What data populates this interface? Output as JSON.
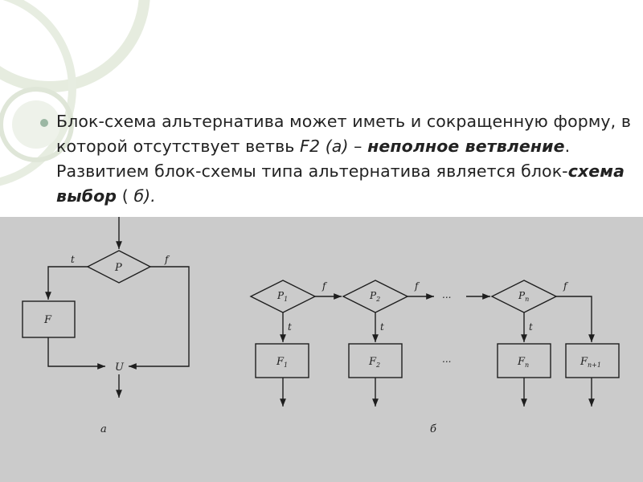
{
  "slide": {
    "text": {
      "part1": "Блок-схема альтернатива может иметь и сокращенную форму, в которой отсутствует ветвь ",
      "part2": "F2 (а)",
      "part3": " – ",
      "part4": "неполное ветвление",
      "part5": ". Развитием блок-схемы типа альтернатива является блок-",
      "part6": "схема выбор",
      "part7": " ( ",
      "part8": "б).",
      "part9": ""
    }
  },
  "figure": {
    "a": {
      "condition": "P",
      "true_label": "t",
      "false_label": "f",
      "process": "F",
      "join": "U",
      "caption": "а"
    },
    "b": {
      "conditions": [
        {
          "base": "P",
          "sub": "1"
        },
        {
          "base": "P",
          "sub": "2"
        },
        {
          "base": "P",
          "sub": "n"
        }
      ],
      "processes": [
        {
          "base": "F",
          "sub": "1"
        },
        {
          "base": "F",
          "sub": "2"
        },
        {
          "base": "F",
          "sub": "n"
        },
        {
          "base": "F",
          "sub": "n+1"
        }
      ],
      "true_label": "t",
      "false_label": "f",
      "ellipsis": "...",
      "caption": "б"
    }
  },
  "colors": {
    "figure_background": "#cbcbcb",
    "bullet": "#9bb7a3",
    "decor": "#dde6d6"
  }
}
